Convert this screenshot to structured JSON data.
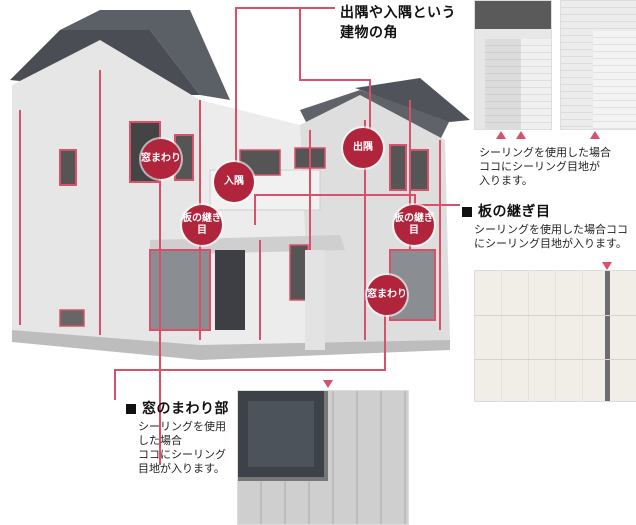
{
  "callouts": {
    "corner": {
      "title_line1": "出隅や入隅という",
      "title_line2": "建物の角"
    },
    "joint": {
      "title": "板の継ぎ目",
      "desc": "シーリングを使用した場合ココにシーリング目地が入ります。"
    },
    "window": {
      "title": "窓のまわり部",
      "desc_line1": "シーリングを使用",
      "desc_line2": "した場合",
      "desc_line3": "ココにシーリング",
      "desc_line4": "目地が入ります。"
    },
    "top_right": {
      "desc_line1": "シーリングを使用した場合",
      "desc_line2": "ココにシーリング目地が",
      "desc_line3": "入ります。"
    }
  },
  "badges": {
    "mado": "窓まわり",
    "iriosumi": "入隅",
    "desumi": "出隅",
    "itano_left": "板の継ぎ目",
    "itano_right": "板の継ぎ目",
    "mado_lower": "窓まわり"
  },
  "colors": {
    "accent": "#d9506a",
    "badge": "#b0243c",
    "siding": "#e9e9e9"
  }
}
